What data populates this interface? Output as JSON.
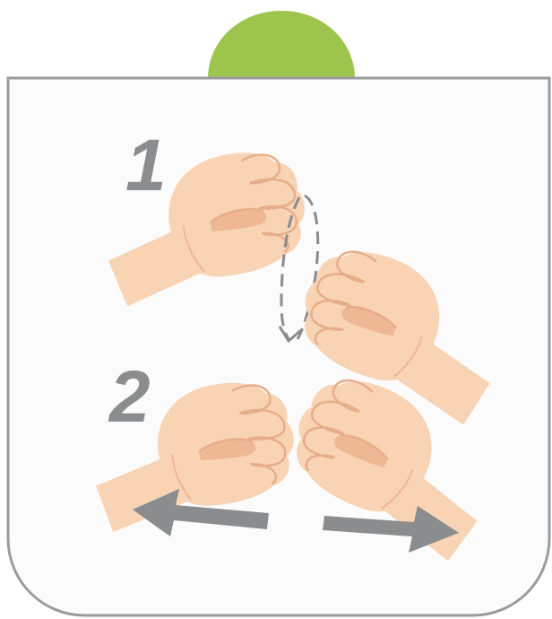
{
  "colors": {
    "background": "#ffffff",
    "card_fill": "#fbfbfb",
    "card_border": "#9a9b9d",
    "tab": "#9dc54d",
    "skin": "#f8d3b4",
    "skin_shadow": "#efb894",
    "skin_line": "#e7ad8a",
    "step_number": "#8a8c8e",
    "arrow": "#8a8c8e",
    "dashed_path": "#8a8c8e"
  },
  "steps": [
    {
      "number": "1",
      "content": "fist-bump-from-above"
    },
    {
      "number": "2",
      "content": "fists-apart"
    }
  ],
  "icons": [
    "fist-icon",
    "curved-motion-arrow",
    "left-arrow-icon",
    "right-arrow-icon"
  ]
}
